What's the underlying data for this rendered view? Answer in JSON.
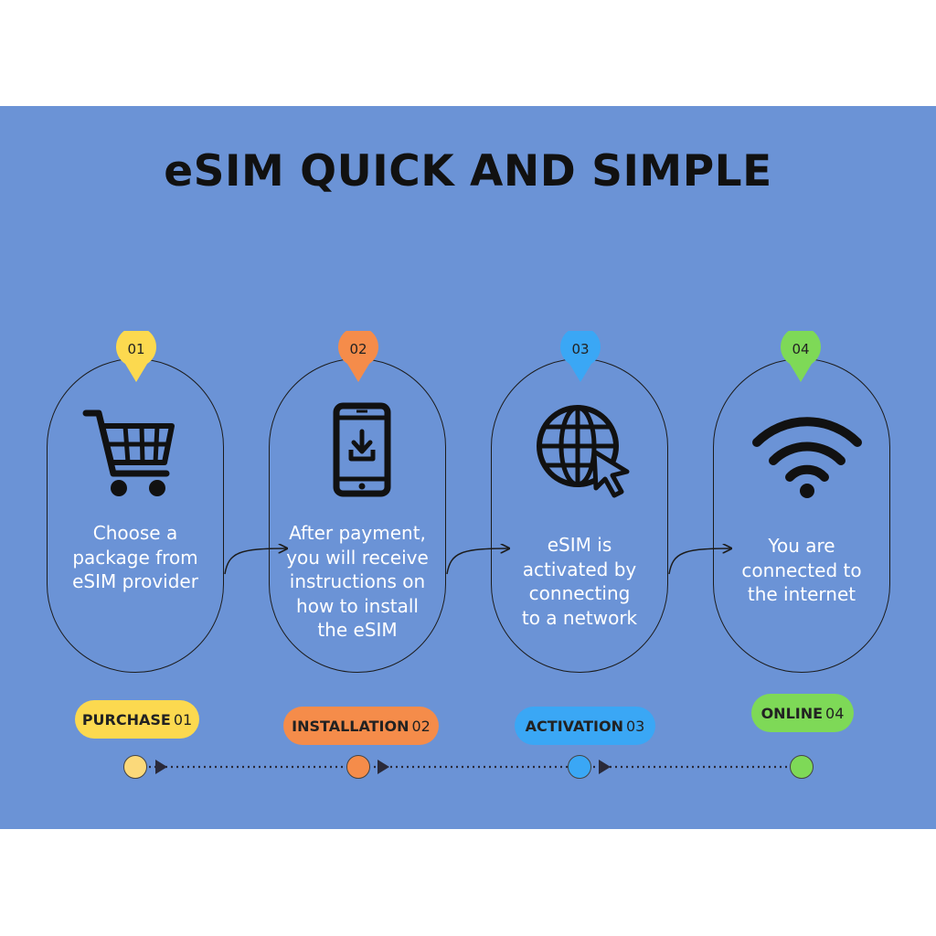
{
  "title": "eSIM QUICK AND SIMPLE",
  "colors": {
    "background": "#6b93d6",
    "step1": "#fcd94f",
    "step2": "#f58c4a",
    "step3": "#3aa7f5",
    "step4": "#7ed957"
  },
  "steps": [
    {
      "number": "01",
      "icon": "shopping-cart-icon",
      "lines": [
        "Choose a",
        "package from",
        "eSIM provider"
      ],
      "badge_label": "PURCHASE",
      "badge_number": "01"
    },
    {
      "number": "02",
      "icon": "phone-download-icon",
      "lines": [
        "After payment,",
        "you will receive",
        "instructions on",
        "how to install",
        "the eSIM"
      ],
      "badge_label": "INSTALLATION",
      "badge_number": "02"
    },
    {
      "number": "03",
      "icon": "globe-cursor-icon",
      "lines": [
        "eSIM is",
        "activated by",
        "connecting",
        "to a network"
      ],
      "badge_label": "ACTIVATION",
      "badge_number": "03"
    },
    {
      "number": "04",
      "icon": "wifi-icon",
      "lines": [
        "You are",
        "connected to",
        "the internet"
      ],
      "badge_label": "ONLINE",
      "badge_number": "04"
    }
  ]
}
